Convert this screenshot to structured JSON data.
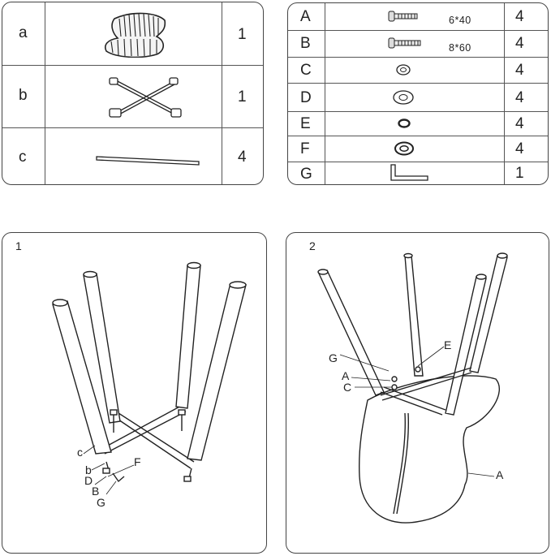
{
  "parts": {
    "rows": [
      {
        "letter": "a",
        "qty": "1",
        "icon": "seat-shell-icon"
      },
      {
        "letter": "b",
        "qty": "1",
        "icon": "cross-frame-icon"
      },
      {
        "letter": "c",
        "qty": "4",
        "icon": "leg-icon"
      }
    ]
  },
  "hardware": {
    "rows": [
      {
        "letter": "A",
        "spec": "6*40",
        "qty": "4",
        "icon": "bolt-icon"
      },
      {
        "letter": "B",
        "spec": "8*60",
        "qty": "4",
        "icon": "long-bolt-icon"
      },
      {
        "letter": "C",
        "spec": "",
        "qty": "4",
        "icon": "flat-washer-icon"
      },
      {
        "letter": "D",
        "spec": "",
        "qty": "4",
        "icon": "large-washer-icon"
      },
      {
        "letter": "E",
        "spec": "",
        "qty": "4",
        "icon": "spring-washer-icon"
      },
      {
        "letter": "F",
        "spec": "",
        "qty": "4",
        "icon": "lock-washer-icon"
      },
      {
        "letter": "G",
        "spec": "",
        "qty": "1",
        "icon": "allen-key-icon"
      }
    ]
  },
  "step1": {
    "number": "1",
    "labels": {
      "c": "c",
      "b": "b",
      "D": "D",
      "B": "B",
      "G": "G",
      "F": "F"
    }
  },
  "step2": {
    "number": "2",
    "labels": {
      "E": "E",
      "G": "G",
      "A": "A",
      "C": "C",
      "A2": "A"
    }
  }
}
